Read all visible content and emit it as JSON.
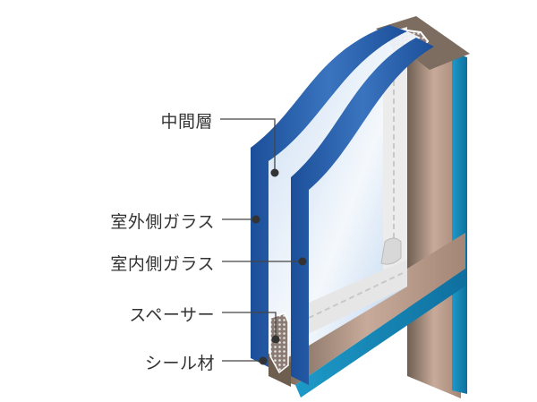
{
  "diagram": {
    "type": "cross-section",
    "subject": "double-glazed glass unit",
    "colors": {
      "glass_blue": "#1f5aa6",
      "glass_edge_teal": "#1a8fc0",
      "glass_pane": "#dbe9f7",
      "spacer_white": "#eeeeee",
      "sealant_brown": "#7a6a5a",
      "frame_brown": "#b89a8a",
      "leader_line": "#444444"
    },
    "labels": [
      {
        "id": "interlayer",
        "text": "中間層"
      },
      {
        "id": "outer-glass",
        "text": "室外側ガラス"
      },
      {
        "id": "inner-glass",
        "text": "室内側ガラス"
      },
      {
        "id": "spacer",
        "text": "スペーサー"
      },
      {
        "id": "sealant",
        "text": "シール材"
      }
    ]
  }
}
